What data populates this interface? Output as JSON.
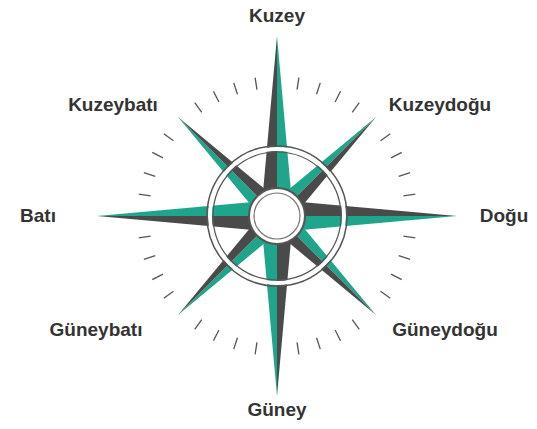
{
  "diagram": {
    "labels": [
      "Kuzey",
      "Kuzeybatı",
      "Kuzeydoğu",
      "Batı",
      "Doğu",
      "Güneybatı",
      "Güneydoğu",
      "Güney"
    ]
  }
}
